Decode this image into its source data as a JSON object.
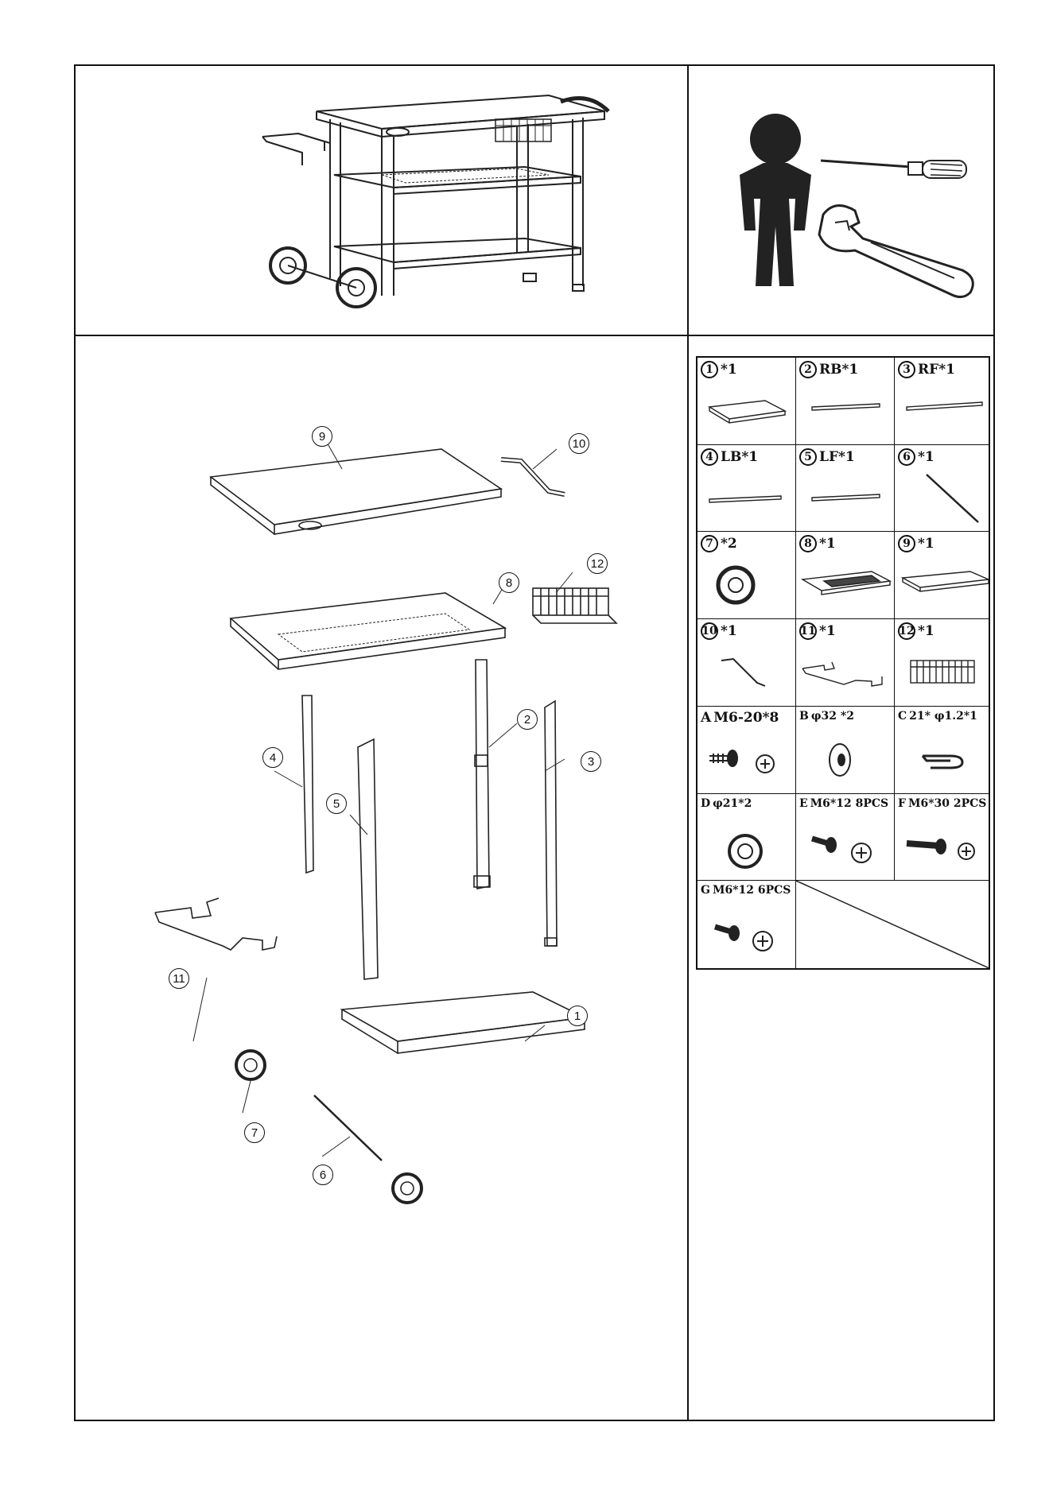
{
  "overview": {
    "image": "assembled-cart-illustration"
  },
  "tools": {
    "person_icon": "person-icon",
    "screwdriver_icon": "screwdriver-icon",
    "wrench_icon": "wrench-icon"
  },
  "parts": [
    {
      "num": "1",
      "label": "*1",
      "icon": "bottom-shelf-icon"
    },
    {
      "num": "2",
      "label": "RB*1",
      "icon": "leg-rb-icon"
    },
    {
      "num": "3",
      "label": "RF*1",
      "icon": "leg-rf-icon"
    },
    {
      "num": "4",
      "label": "LB*1",
      "icon": "leg-lb-icon"
    },
    {
      "num": "5",
      "label": "LF*1",
      "icon": "leg-lf-icon"
    },
    {
      "num": "6",
      "label": "*1",
      "icon": "axle-icon"
    },
    {
      "num": "7",
      "label": "*2",
      "icon": "wheel-icon"
    },
    {
      "num": "8",
      "label": "*1",
      "icon": "grid-shelf-icon"
    },
    {
      "num": "9",
      "label": "*1",
      "icon": "top-panel-icon"
    },
    {
      "num": "10",
      "label": "*1",
      "icon": "handle-icon"
    },
    {
      "num": "11",
      "label": "*1",
      "icon": "side-hook-icon"
    },
    {
      "num": "12",
      "label": "*1",
      "icon": "basket-icon"
    },
    {
      "num": "A",
      "label": "M6-20*8",
      "icon": "bolt-icon"
    },
    {
      "num": "B",
      "label": "φ32 *2",
      "icon": "washer-icon"
    },
    {
      "num": "C",
      "label": "21* φ1.2*1",
      "icon": "clip-icon"
    },
    {
      "num": "D",
      "label": "φ21*2",
      "icon": "hub-cap-icon"
    },
    {
      "num": "E",
      "label": "M6*12 8PCS",
      "icon": "bolt-icon"
    },
    {
      "num": "F",
      "label": "M6*30 2PCS",
      "icon": "bolt-icon"
    },
    {
      "num": "G",
      "label": "M6*12 6PCS",
      "icon": "bolt-icon"
    },
    {
      "num": "",
      "label": "",
      "icon": "empty-cell"
    }
  ],
  "callouts": [
    "9",
    "10",
    "8",
    "12",
    "2",
    "4",
    "3",
    "5",
    "11",
    "1",
    "7",
    "6"
  ]
}
